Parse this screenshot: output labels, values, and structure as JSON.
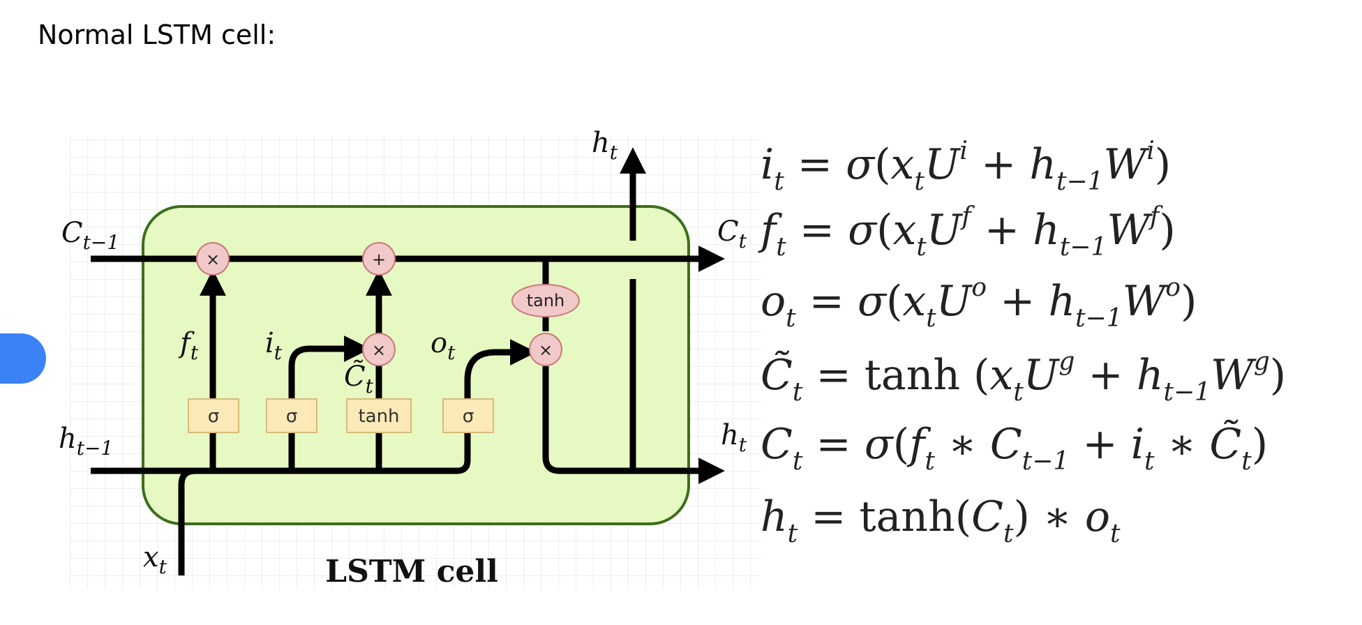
{
  "title": "Normal LSTM cell:",
  "diagram": {
    "caption": "LSTM cell",
    "labels": {
      "c_prev": "C",
      "c_prev_sub": "t−1",
      "h_prev": "h",
      "h_prev_sub": "t−1",
      "x": "x",
      "x_sub": "t",
      "h_out_top": "h",
      "h_out_top_sub": "t",
      "c_out": "C",
      "c_out_sub": "t",
      "h_out_right": "h",
      "h_out_right_sub": "t",
      "f": "f",
      "f_sub": "t",
      "i": "i",
      "i_sub": "t",
      "o": "o",
      "o_sub": "t",
      "ct": "C̃",
      "ct_sub": "t"
    },
    "ops": {
      "times": "×",
      "plus": "+",
      "tanh": "tanh"
    },
    "gates": {
      "sigma": "σ",
      "tanh": "tanh"
    },
    "colors": {
      "cell_fill": "#e6f9c2",
      "cell_stroke": "#3d6e1a",
      "op_fill": "#f2c9c9",
      "op_stroke": "#c77a7a",
      "gate_fill": "#fce9b8",
      "gate_stroke": "#d9b979",
      "grid": "#e7e7e7",
      "line": "#000000"
    }
  },
  "equations": {
    "eq1": "i_t = σ(x_t U^i + h_{t−1} W^i)",
    "eq2": "f_t = σ(x_t U^f + h_{t−1} W^f)",
    "eq3": "o_t = σ(x_t U^o + h_{t−1} W^o)",
    "eq4": "C̃_t = tanh(x_t U^g + h_{t−1} W^g)",
    "eq5": "C_t = σ(f_t ∗ C_{t−1} + i_t ∗ C̃_t)",
    "eq6": "h_t = tanh(C_t) ∗ o_t"
  }
}
